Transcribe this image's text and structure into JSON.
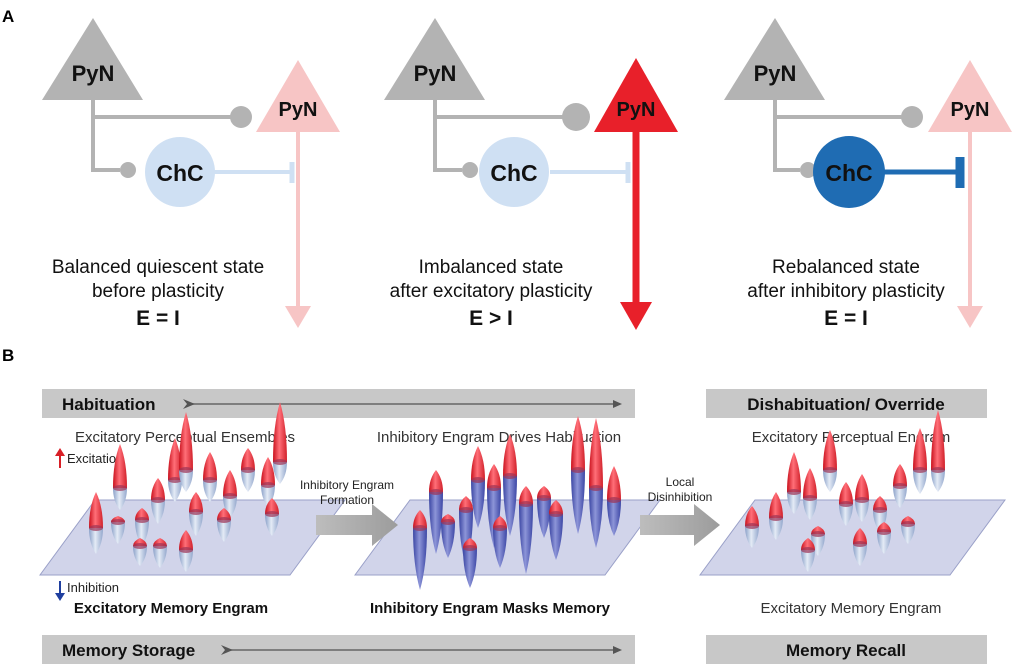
{
  "panel_a": {
    "label": "A",
    "neuron_pyn": "PyN",
    "neuron_chc": "ChC",
    "states": [
      {
        "line1": "Balanced quiescent state",
        "line2": "before plasticity",
        "equation": "E = I"
      },
      {
        "line1": "Imbalanced state",
        "line2": "after excitatory plasticity",
        "equation": "E > I"
      },
      {
        "line1": "Rebalanced state",
        "line2": "after inhibitory plasticity",
        "equation": "E = I"
      }
    ]
  },
  "panel_b": {
    "label": "B",
    "habituation": "Habituation",
    "memory_storage": "Memory Storage",
    "dishabituation": "Dishabituation/ Override",
    "memory_recall": "Memory Recall",
    "left_top": "Excitatory Perceptual Ensembles",
    "left_bottom": "Excitatory Memory Engram",
    "middle_top": "Inhibitory Engram Drives Habituation",
    "middle_bottom": "Inhibitory Engram Masks Memory",
    "right_top": "Excitatory Perceptual Engram",
    "right_bottom": "Excitatory Memory Engram",
    "arrow1_line1": "Inhibitory Engram",
    "arrow1_line2": "Formation",
    "arrow2_line1": "Local",
    "arrow2_line2": "Disinhibition",
    "legend_excitation": "Excitation",
    "legend_inhibition": "Inhibition"
  },
  "colors": {
    "gray_neuron": "#b3b3b3",
    "pyn_pale": "#f7c5c5",
    "pyn_active": "#e8202a",
    "chc_pale": "#cfe0f3",
    "chc_active": "#1f6cb3",
    "bar_gray": "#c8c8c8",
    "plane": "#c9cde6"
  }
}
